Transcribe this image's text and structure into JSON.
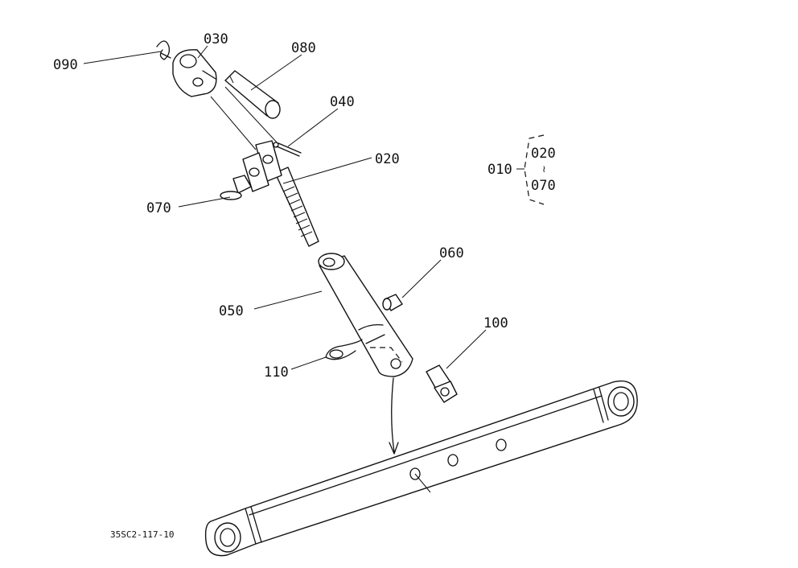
{
  "diagram": {
    "labels": {
      "p010": "010",
      "p020": "020",
      "p030": "030",
      "p040": "040",
      "p050": "050",
      "p060": "060",
      "p070": "070",
      "p080": "080",
      "p090": "090",
      "p100": "100",
      "p110": "110"
    },
    "group": {
      "parent": "010",
      "from": "020",
      "range_mark": "≀",
      "to": "070"
    },
    "drawing_code": "35SC2-117-10"
  }
}
